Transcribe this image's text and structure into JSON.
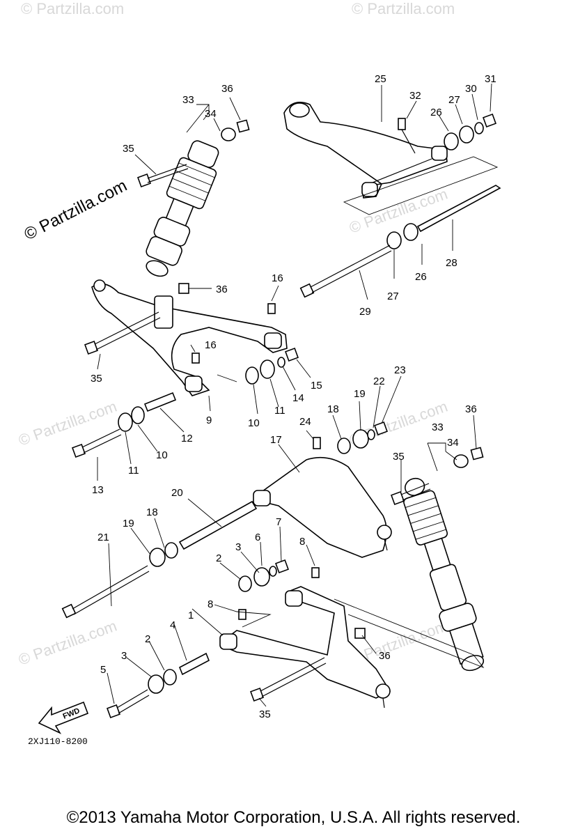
{
  "watermark": {
    "main": "© Partzilla.com",
    "faint": "© Partzilla.com"
  },
  "diagram_code": "2XJ110-8200",
  "fwd_label": "FWD",
  "copyright": "©2013 Yamaha Motor Corporation, U.S.A. All rights reserved.",
  "callouts": {
    "c1": "1",
    "c2a": "2",
    "c2b": "2",
    "c3a": "3",
    "c3b": "3",
    "c4": "4",
    "c5": "5",
    "c6": "6",
    "c7": "7",
    "c8a": "8",
    "c8b": "8",
    "c9": "9",
    "c10a": "10",
    "c10b": "10",
    "c11a": "11",
    "c11b": "11",
    "c12": "12",
    "c13": "13",
    "c14": "14",
    "c15": "15",
    "c16a": "16",
    "c16b": "16",
    "c17": "17",
    "c18a": "18",
    "c18b": "18",
    "c19a": "19",
    "c19b": "19",
    "c20": "20",
    "c21": "21",
    "c22": "22",
    "c23": "23",
    "c24": "24",
    "c25": "25",
    "c26a": "26",
    "c26b": "26",
    "c27a": "27",
    "c27b": "27",
    "c28": "28",
    "c29": "29",
    "c30": "30",
    "c31": "31",
    "c32": "32",
    "c33a": "33",
    "c33b": "33",
    "c34a": "34",
    "c34b": "34",
    "c35a": "35",
    "c35b": "35",
    "c35c": "35",
    "c35d": "35",
    "c36a": "36",
    "c36b": "36",
    "c36c": "36",
    "c36d": "36"
  }
}
